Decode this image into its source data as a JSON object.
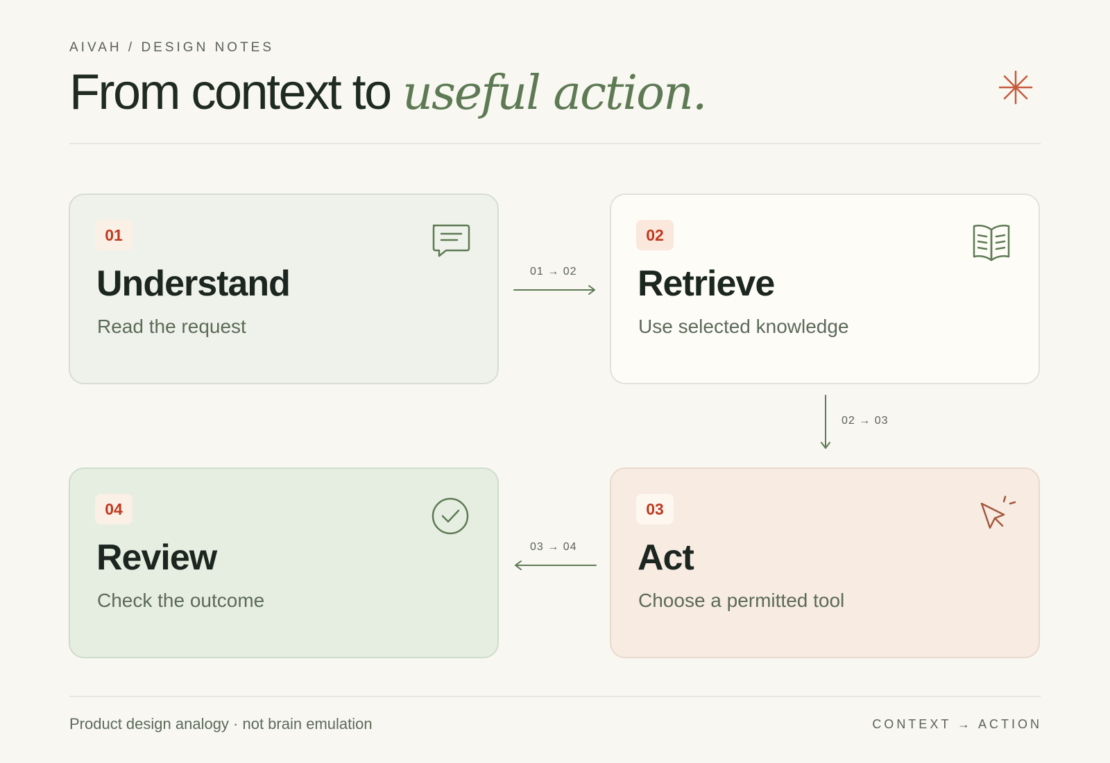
{
  "header": {
    "eyebrow": "AIVAH / DESIGN NOTES",
    "title_main": "From context to ",
    "title_accent": "useful action."
  },
  "steps": [
    {
      "number": "01",
      "title": "Understand",
      "subtitle": "Read the request",
      "icon": "chat-bubble-icon"
    },
    {
      "number": "02",
      "title": "Retrieve",
      "subtitle": "Use selected knowledge",
      "icon": "open-book-icon"
    },
    {
      "number": "03",
      "title": "Act",
      "subtitle": "Choose a permitted tool",
      "icon": "cursor-click-icon"
    },
    {
      "number": "04",
      "title": "Review",
      "subtitle": "Check the outcome",
      "icon": "check-circle-icon"
    }
  ],
  "connectors": [
    {
      "label": "01 → 02"
    },
    {
      "label": "02 → 03"
    },
    {
      "label": "03 → 04"
    }
  ],
  "footer": {
    "left": "Product design analogy · not brain emulation",
    "right": "CONTEXT → ACTION"
  },
  "colors": {
    "accent_green": "#5e7a54",
    "accent_rust": "#c0391f",
    "background": "#f8f7f2"
  }
}
